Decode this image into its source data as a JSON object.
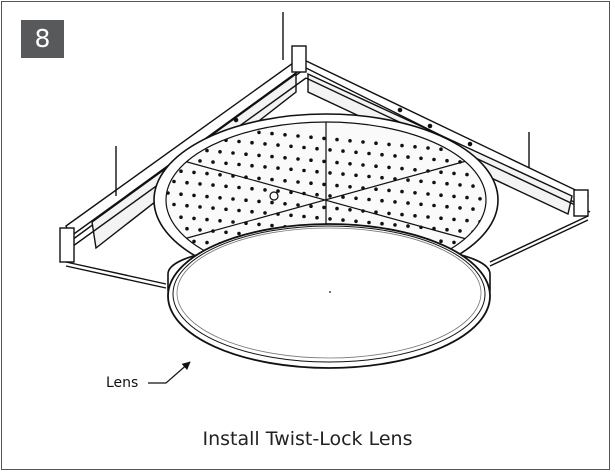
{
  "figure": {
    "step_number": "8",
    "caption": "Install Twist-Lock Lens",
    "callout_label": "Lens"
  }
}
